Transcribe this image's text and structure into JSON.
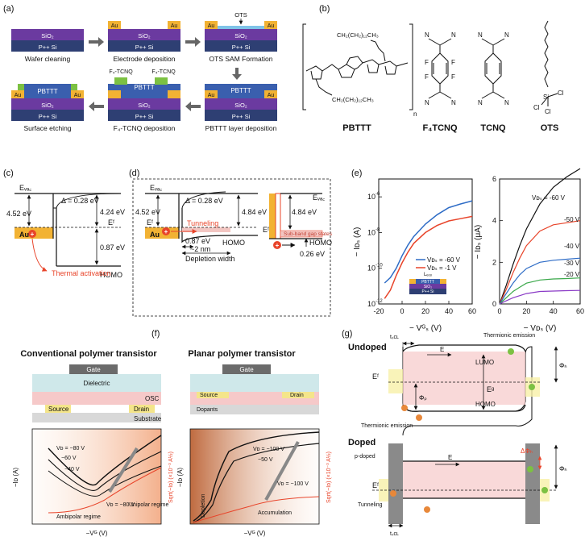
{
  "panel_labels": [
    "(a)",
    "(b)",
    "(c)",
    "(d)",
    "(e)",
    "(f)",
    "(g)"
  ],
  "panel_a": {
    "layers": {
      "sio2": "SiO₂",
      "si": "P++ Si",
      "au": "Au",
      "pbttt": "PBTTT",
      "ots": "OTS",
      "f4tcnq": "F₄-TCNQ"
    },
    "steps": [
      "Wafer cleaning",
      "Electrode deposition",
      "OTS SAM Formation",
      "PBTTT layer deposition",
      "F₄-TCNQ deposition",
      "Surface etching"
    ]
  },
  "panel_b": {
    "pbttt_side_chain": "CH₂(CH₂)₁₂CH₃",
    "repeat_subscript": "n",
    "names": [
      "PBTTT",
      "F₄TCNQ",
      "TCNQ",
      "OTS"
    ],
    "atoms": {
      "n": "N",
      "f": "F",
      "si": "Si",
      "cl": "Cl"
    }
  },
  "panel_c": {
    "evac": "Eᵥₐ꜀",
    "delta": "Δ = 0.28 eV",
    "e1": "4.52 eV",
    "e2": "4.24 eV",
    "ef": "Eᶠ",
    "e3": "0.87 eV",
    "homo": "HOMO",
    "au": "Au",
    "thermal": "Thermal activation"
  },
  "panel_d": {
    "evac": "Eᵥₐ꜀",
    "delta": "Δ = 0.28 eV",
    "e1": "4.52 eV",
    "e2": "4.84 eV",
    "ef": "Eᶠ",
    "tunneling": "Tunneling",
    "homo": "HOMO",
    "e3": "0.87 eV",
    "au": "Au",
    "nm": "~2 nm",
    "depletion": "Depletion width",
    "evac2": "Eᵥₐ꜀",
    "e4": "4.84 eV",
    "subband": "Sub-band gap states",
    "homo2": "HOMO",
    "ef2": "Eᶠ",
    "e5": "0.26 eV"
  },
  "panel_e": {
    "left": {
      "ylabel": "− Iᴅₛ (A)",
      "xlabel": "− Vᴳₛ (V)",
      "legend": [
        "Vᴅₛ = -60 V",
        "Vᴅₛ = -1 V"
      ],
      "inset": {
        "leff": "Lₑₒₒ",
        "au": "Au",
        "pbttt": "PBTTT",
        "sio2": "SiO₂",
        "si": "P++ Si"
      }
    },
    "right": {
      "ylabel": "− Iᴅₛ (μA)",
      "xlabel": "− Vᴅₛ (V)",
      "curve_labels": [
        "Vᴅₛ = -60 V",
        "-50 V",
        "-40 V",
        "-30 V",
        "-20 V"
      ]
    }
  },
  "panel_f": {
    "titles": [
      "Conventional polymer transistor",
      "Planar polymer transistor"
    ],
    "left_device": {
      "gate": "Gate",
      "dielectric": "Dielectric",
      "osc": "OSC",
      "source": "Source",
      "drain": "Drain",
      "substrate": "Substrate"
    },
    "right_device": {
      "gate": "Gate",
      "source": "Source",
      "drain": "Drain",
      "dopants": "Dopants"
    },
    "left_plot": {
      "xlabel": "−Vᴳ (V)",
      "ylabel": "−Iᴅ (A)",
      "y2label": "Sqrt(−Iᴅ) (×10⁻³ A½)",
      "vd": [
        "Vᴅ = −80 V",
        "−60 V",
        "−40 V"
      ],
      "vd2": "Vᴅ = −80 V",
      "ambipolar": "Ambipolar regime",
      "unipolar": "Unipolar regime"
    },
    "right_plot": {
      "xlabel": "−Vᴳ (V)",
      "ylabel": "−Iᴅ (A)",
      "y2label": "Sqrt(−Iᴅ) (×10⁻³ A½)",
      "vd": [
        "Vᴅ = −100 V",
        "−50 V"
      ],
      "vd2": "Vᴅ = −100 V",
      "depletion": "Depletion",
      "accumulation": "Accumulation"
    }
  },
  "panel_g": {
    "undoped": "Undoped",
    "doped": "Doped",
    "thermionic_top": "Thermionic emission",
    "thermionic_bottom": "Thermionic emission",
    "tscl": "tₛᴄʟ",
    "e": "E",
    "lumo": "LUMO",
    "homo": "HOMO",
    "ef": "Eᶠ",
    "eg": "Eᵍ",
    "phip": "Φₚ",
    "phih": "Φₕ",
    "pdoped": "p-doped",
    "delta_phi": "ΔΦₕ",
    "tunneling": "Tunneling",
    "tscl2": "tₛᴄʟ",
    "e2": "E",
    "ef2": "Eᶠ",
    "phih2": "Φₕ"
  },
  "chart_data": [
    {
      "type": "line",
      "ylog": true,
      "xlim": [
        -20,
        60
      ],
      "ylim": [
        1e-12,
        1e-05
      ],
      "series": [
        {
          "name": "Vᴅₛ = -60 V",
          "x": [
            -15,
            -10,
            -5,
            0,
            5,
            10,
            20,
            30,
            40,
            50,
            60
          ],
          "y": [
            1.5e-11,
            3e-11,
            1e-10,
            5e-10,
            2e-09,
            6e-09,
            3e-08,
            1e-07,
            2.5e-07,
            4e-07,
            6e-07
          ]
        },
        {
          "name": "Vᴅₛ = -1 V",
          "x": [
            -15,
            -10,
            -5,
            0,
            5,
            10,
            20,
            30,
            40,
            50,
            60
          ],
          "y": [
            2e-12,
            6e-12,
            4e-11,
            2e-10,
            8e-10,
            2.5e-09,
            1e-08,
            2.5e-08,
            4.5e-08,
            6e-08,
            8e-08
          ]
        }
      ],
      "xticks": [
        -20,
        0,
        20,
        40,
        60
      ]
    },
    {
      "type": "line",
      "xlim": [
        0,
        60
      ],
      "ylim": [
        0,
        6
      ],
      "series": [
        {
          "name": "-60 V",
          "x": [
            0,
            5,
            10,
            15,
            20,
            30,
            40,
            50,
            60
          ],
          "y": [
            0,
            0.9,
            1.9,
            2.8,
            3.6,
            4.8,
            5.6,
            6.1,
            6.5
          ]
        },
        {
          "name": "-50 V",
          "x": [
            0,
            5,
            10,
            15,
            20,
            30,
            40,
            50,
            60
          ],
          "y": [
            0,
            0.7,
            1.5,
            2.2,
            2.8,
            3.5,
            3.8,
            3.9,
            4.0
          ]
        },
        {
          "name": "-40 V",
          "x": [
            0,
            5,
            10,
            15,
            20,
            30,
            40,
            50,
            60
          ],
          "y": [
            0,
            0.5,
            1.0,
            1.4,
            1.7,
            2.0,
            2.1,
            2.15,
            2.2
          ]
        },
        {
          "name": "-30 V",
          "x": [
            0,
            5,
            10,
            15,
            20,
            30,
            40,
            50,
            60
          ],
          "y": [
            0,
            0.3,
            0.6,
            0.8,
            1.0,
            1.15,
            1.2,
            1.22,
            1.25
          ]
        },
        {
          "name": "-20 V",
          "x": [
            0,
            5,
            10,
            15,
            20,
            30,
            40,
            50,
            60
          ],
          "y": [
            0,
            0.15,
            0.3,
            0.4,
            0.5,
            0.6,
            0.62,
            0.64,
            0.65
          ]
        }
      ],
      "xticks": [
        0,
        20,
        40,
        60
      ],
      "yticks": [
        0,
        2,
        4,
        6
      ]
    }
  ]
}
